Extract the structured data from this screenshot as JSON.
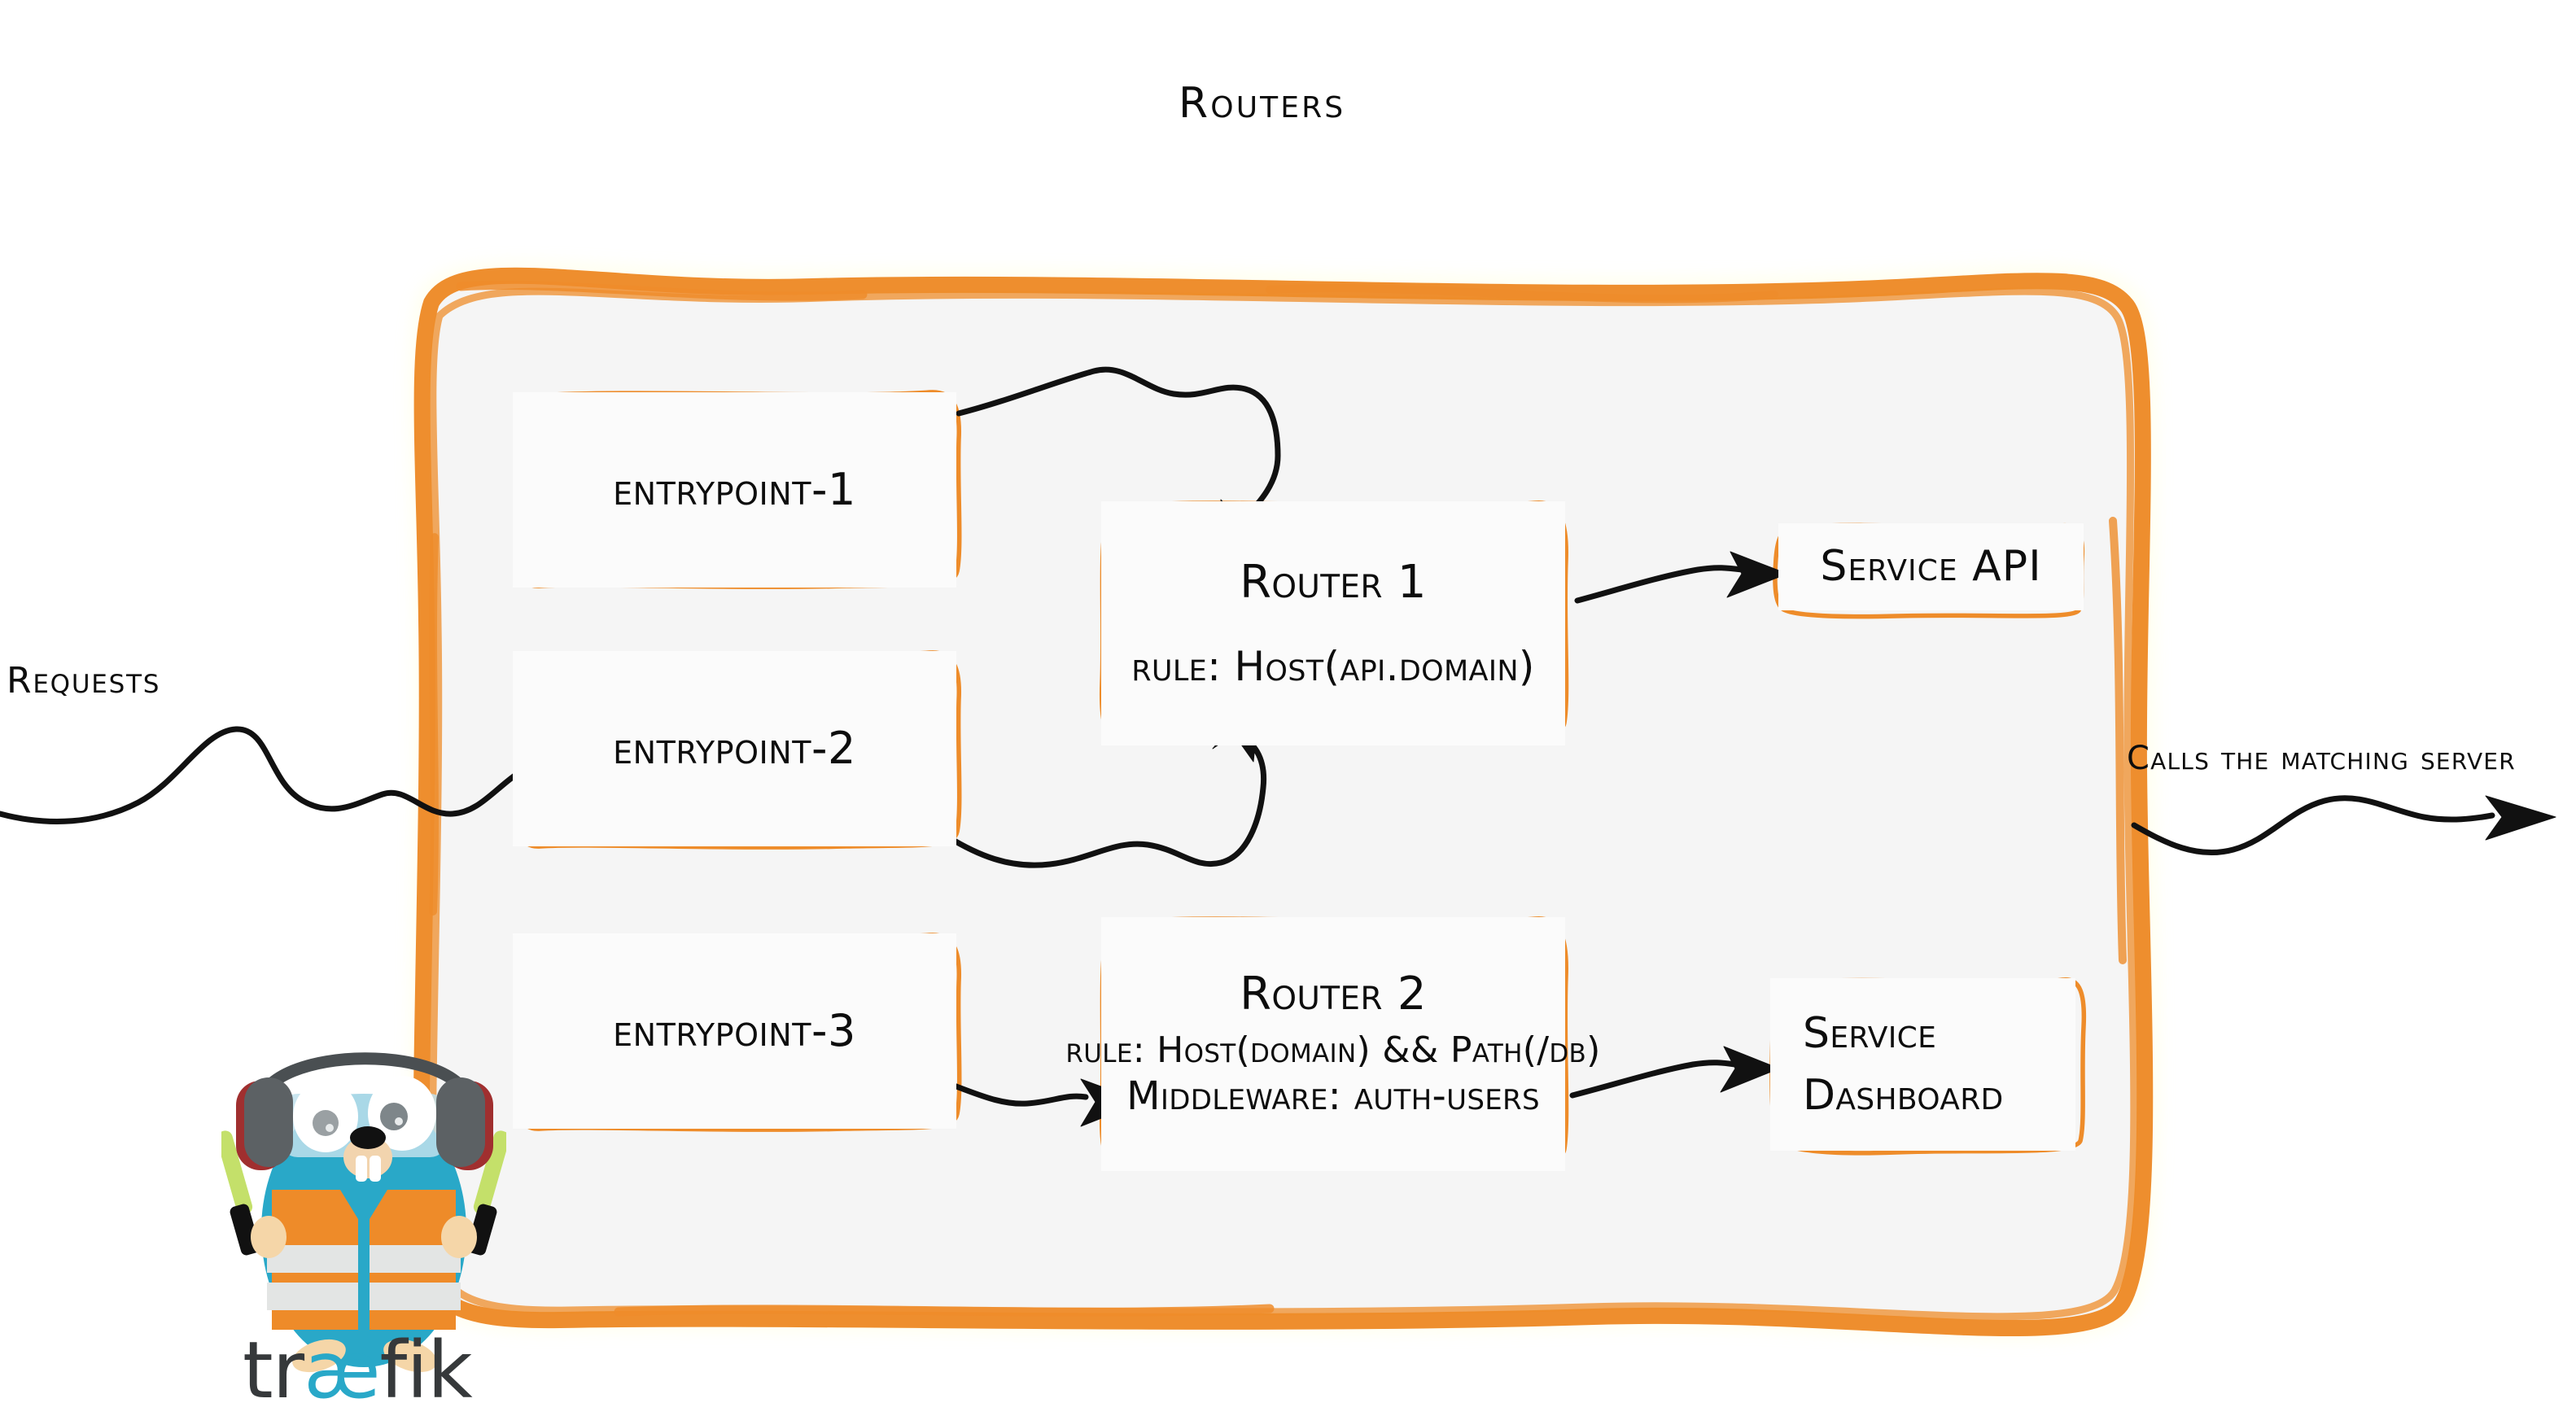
{
  "diagram": {
    "title": "Routers",
    "theme": {
      "accent_orange": "#ED8B28",
      "border_orange": "#EE8C2A",
      "panel_fill": "#F5F5F5",
      "node_fill": "#FBFBFB",
      "ink_black": "#0D0D0D",
      "gopher_cyan": "#29A8C8",
      "gopher_vest": "#EE8B29",
      "wordmark_dark": "#36393B"
    }
  },
  "flow": {
    "inbound_label": "Requests",
    "outbound_label": "Calls the matching server"
  },
  "entrypoints": [
    {
      "id": "entrypoint-1",
      "label": "entrypoint-1"
    },
    {
      "id": "entrypoint-2",
      "label": "entrypoint-2"
    },
    {
      "id": "entrypoint-3",
      "label": "entrypoint-3"
    }
  ],
  "routers": [
    {
      "id": "router-1",
      "title": "Router 1",
      "rule": "rule: Host(api.domain)",
      "middleware": null
    },
    {
      "id": "router-2",
      "title": "Router 2",
      "rule": "rule: Host(domain) && Path(/db)",
      "middleware": "Middleware: auth-users"
    }
  ],
  "services": [
    {
      "id": "service-api",
      "lines": [
        "Service API"
      ]
    },
    {
      "id": "service-dashboard",
      "lines": [
        "Service",
        "Dashboard"
      ]
    }
  ],
  "logo": {
    "wordmark_pre": "tr",
    "wordmark_ae": "æ",
    "wordmark_post": "fik"
  }
}
